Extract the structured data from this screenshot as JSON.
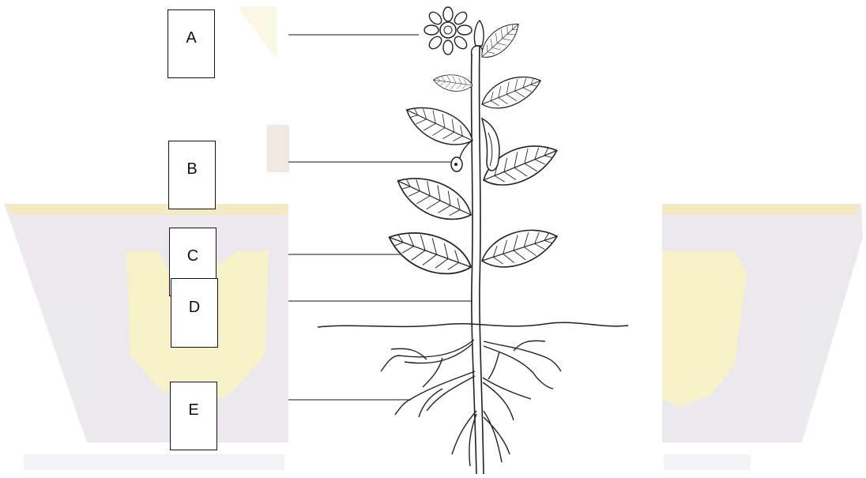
{
  "diagram": {
    "labels": [
      {
        "id": "a",
        "text": "A"
      },
      {
        "id": "b",
        "text": "B"
      },
      {
        "id": "c",
        "text": "C"
      },
      {
        "id": "d",
        "text": "D"
      },
      {
        "id": "e",
        "text": "E"
      }
    ]
  },
  "colors": {
    "outline": "#111111",
    "watermark_gray": "#c8c9d9",
    "watermark_yellow": "#f7f0bf"
  }
}
